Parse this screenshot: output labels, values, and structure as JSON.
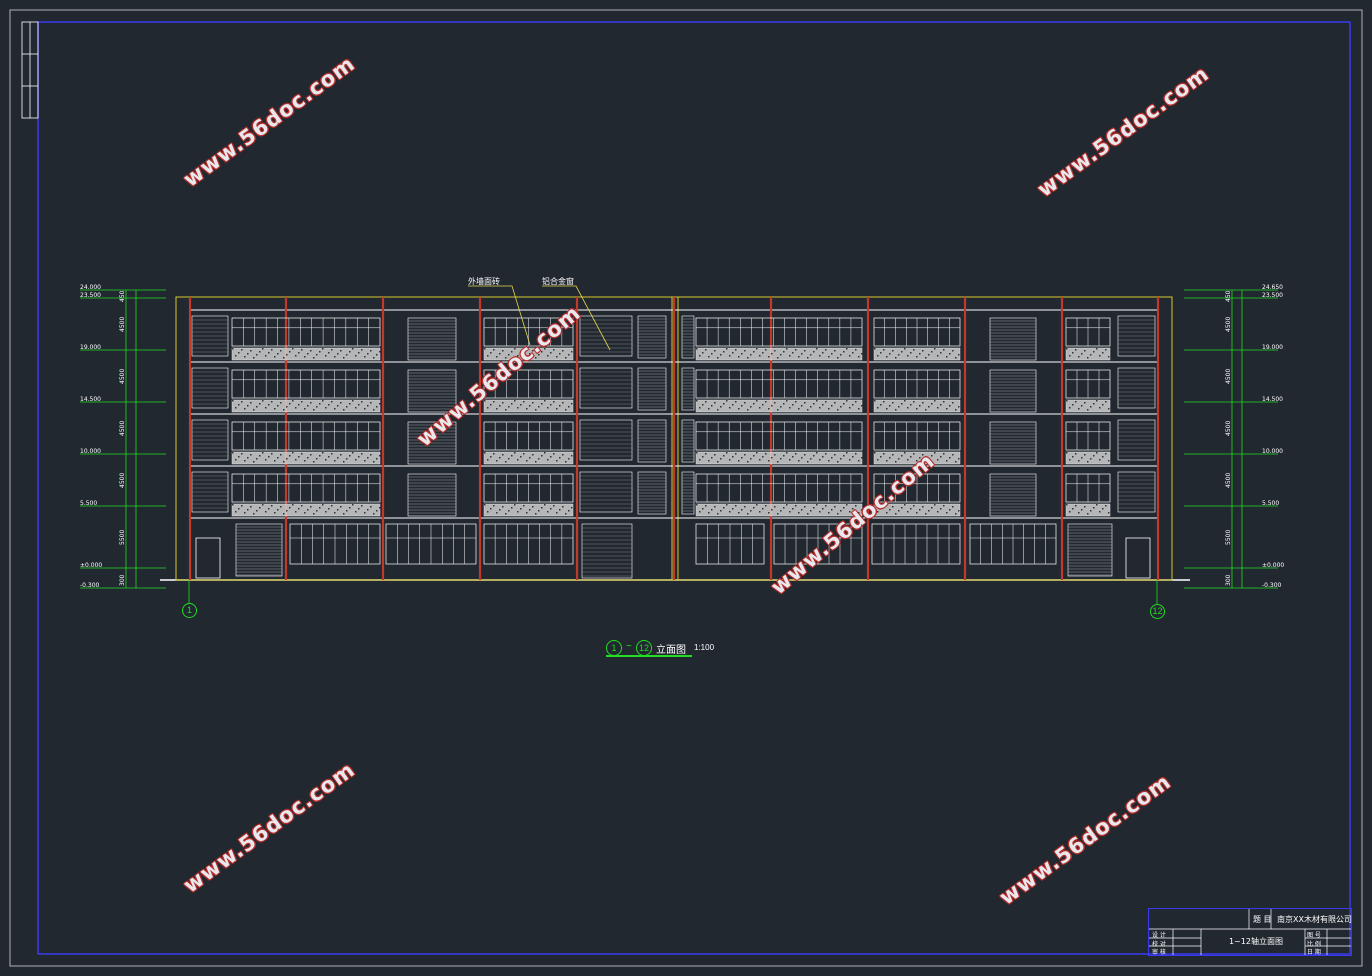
{
  "drawing": {
    "elevation_caption": "立面图",
    "caption_axis_start": "1",
    "caption_axis_end": "12",
    "caption_sep": "~",
    "scale": "1:100",
    "axis_left": "1",
    "axis_right": "12",
    "levels_left": [
      "24.000",
      "23.500",
      "19.000",
      "14.500",
      "10.000",
      "5.500",
      "±0.000",
      "-0.300"
    ],
    "levels_right": [
      "24.650",
      "23.500",
      "19.000",
      "14.500",
      "10.000",
      "5.500",
      "±0.000",
      "-0.300"
    ],
    "dims_left": [
      "450",
      "4500",
      "4500",
      "4500",
      "4500",
      "5500",
      "300"
    ],
    "dims_right": [
      "450",
      "4500",
      "4500",
      "4500",
      "4500",
      "5500",
      "300"
    ],
    "leader_labels": [
      "外墙面砖",
      "铝合金窗"
    ]
  },
  "watermark": {
    "text": "www.56doc.com"
  },
  "title_block": {
    "label": "题 目",
    "company": "南京XX木材有限公司",
    "drawing_name": "1~12轴立面图",
    "rows": [
      "设 计",
      "校 对",
      "审 核"
    ],
    "meta": [
      "图 号",
      "比 例",
      "日 期"
    ]
  },
  "colors": {
    "background": "#212830",
    "frame": "#3a3af0",
    "linework": "#ffffff",
    "dimension": "#22dd22",
    "column": "#c0392b",
    "roof": "#d8c82a"
  }
}
